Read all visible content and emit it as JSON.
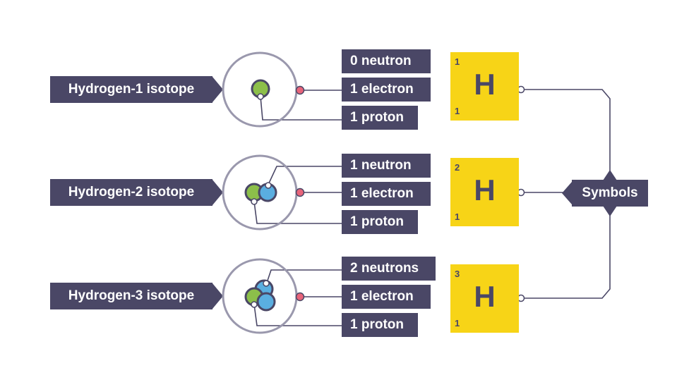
{
  "isotopes": [
    {
      "label": "Hydrogen-1 isotope",
      "particles": [
        "0 neutron",
        "1 electron",
        "1 proton"
      ],
      "symbol": {
        "element": "H",
        "mass_number": "1",
        "atomic_number": "1"
      }
    },
    {
      "label": "Hydrogen-2 isotope",
      "particles": [
        "1 neutron",
        "1 electron",
        "1 proton"
      ],
      "symbol": {
        "element": "H",
        "mass_number": "2",
        "atomic_number": "1"
      }
    },
    {
      "label": "Hydrogen-3 isotope",
      "particles": [
        "2 neutrons",
        "1 electron",
        "1 proton"
      ],
      "symbol": {
        "element": "H",
        "mass_number": "3",
        "atomic_number": "1"
      }
    }
  ],
  "symbols_label": "Symbols",
  "colors": {
    "label_bg": "#4a4766",
    "label_text": "#ffffff",
    "symbol_bg": "#f7d417",
    "proton": "#8cbf4a",
    "neutron": "#5aaee0",
    "electron": "#e8647a",
    "orbit": "#9a98ad"
  }
}
